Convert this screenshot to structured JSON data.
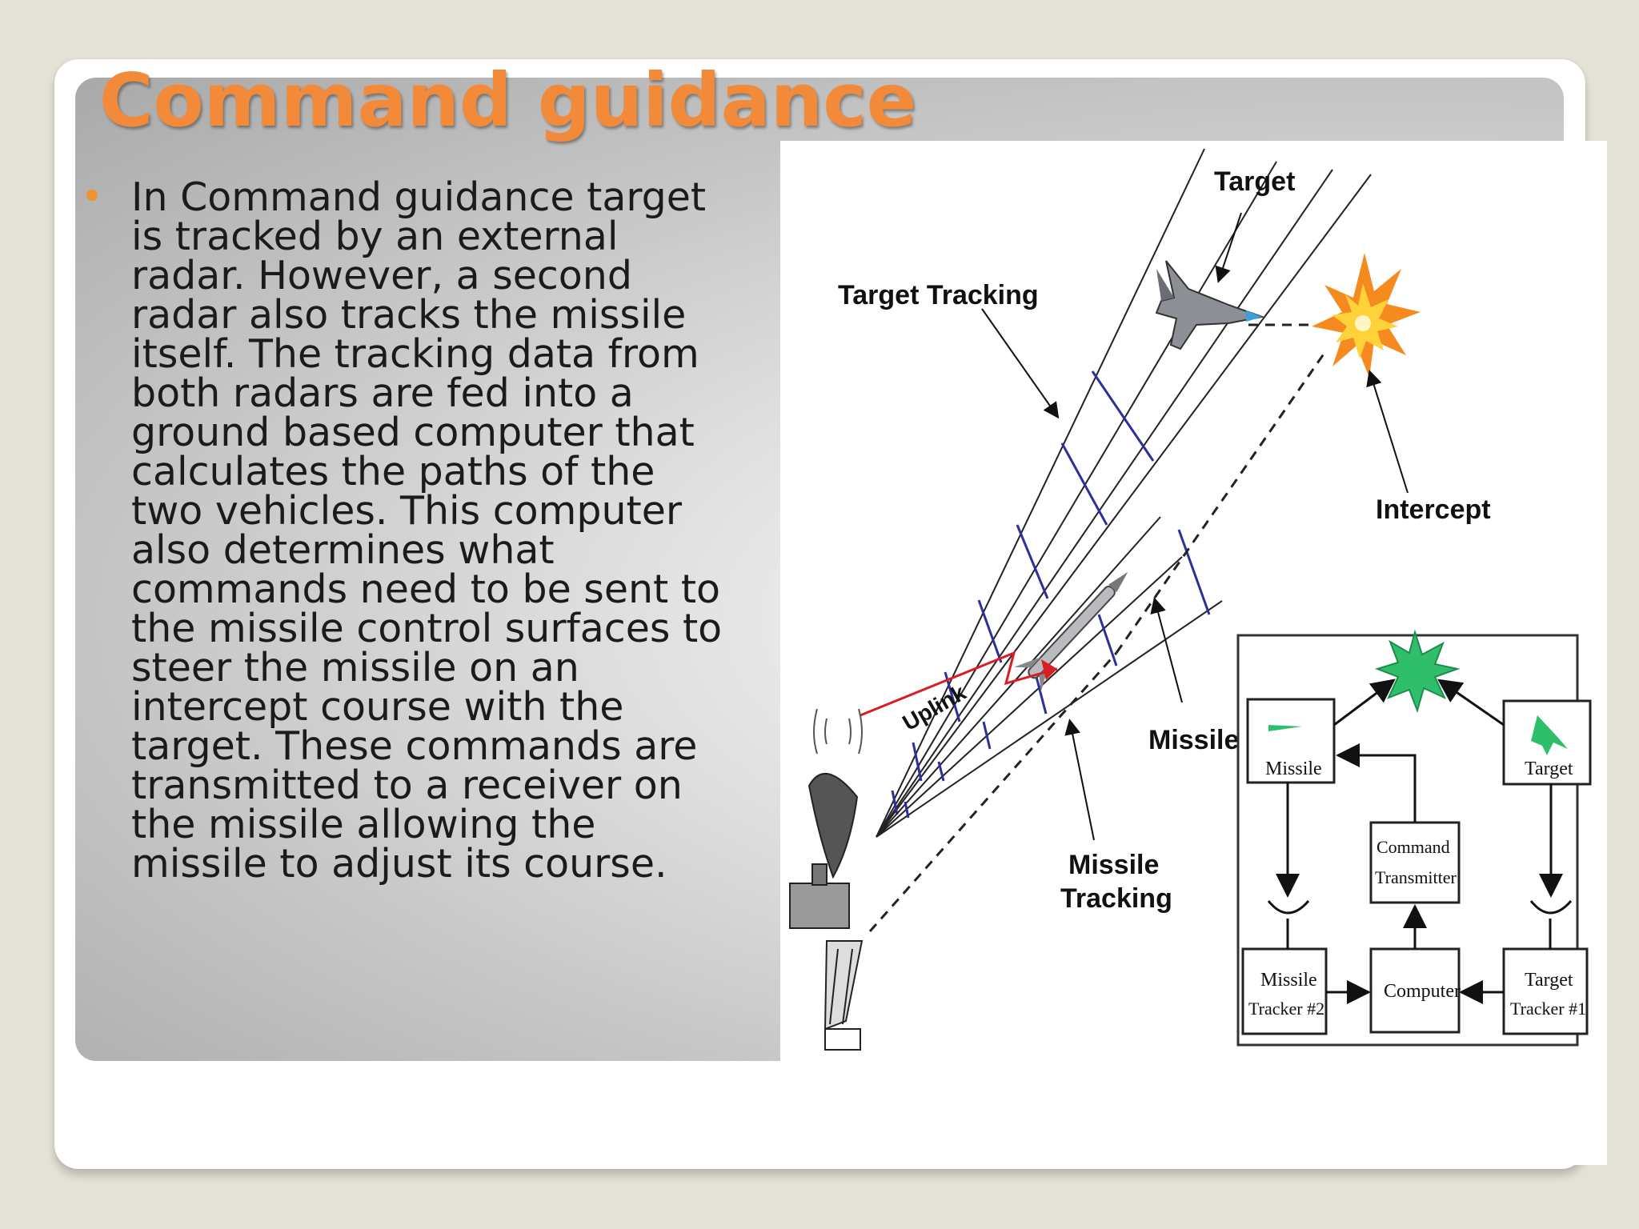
{
  "slide": {
    "title": "Command guidance",
    "body": "In Command guidance target is tracked by an external radar. However, a second radar also tracks the missile itself. The tracking data from both radars are fed into a ground based computer that calculates the paths of the two vehicles. This computer also determines what commands need to be sent to the missile control surfaces to steer the missile on an intercept course with the target. These commands are transmitted to a receiver on the missile allowing the missile to adjust its course."
  },
  "diagram": {
    "labels": {
      "target": "Target",
      "target_tracking": "Target Tracking",
      "intercept": "Intercept",
      "uplink": "Uplink",
      "missile": "Missile",
      "missile_tracking_line1": "Missile",
      "missile_tracking_line2": "Tracking"
    },
    "block_diagram": {
      "missile": "Missile",
      "target": "Target",
      "command_line1": "Command",
      "command_line2": "Transmitter",
      "computer": "Computer",
      "missile_tracker_line1": "Missile",
      "missile_tracker_line2": "Tracker #2",
      "target_tracker_line1": "Target",
      "target_tracker_line2": "Tracker #1"
    }
  }
}
